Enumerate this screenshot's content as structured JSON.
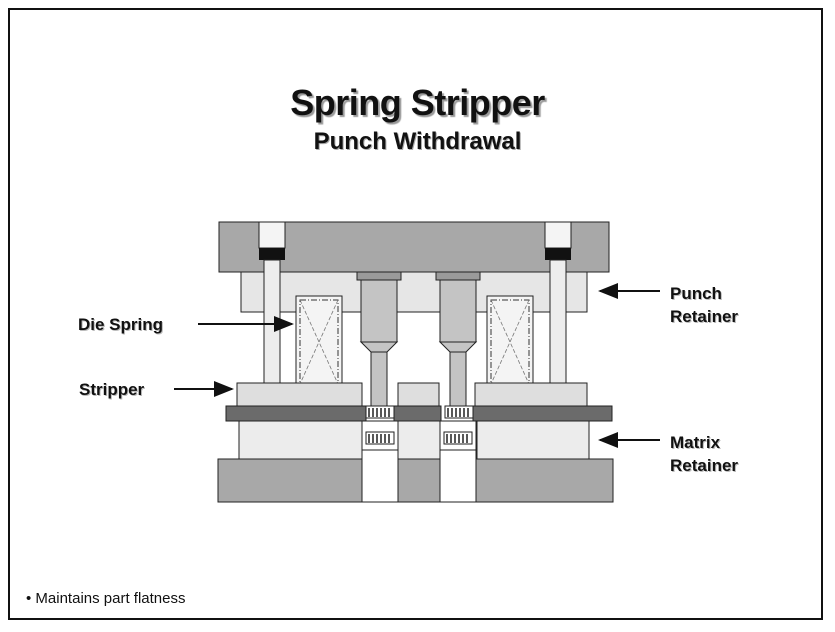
{
  "title": "Spring Stripper",
  "subtitle": "Punch Withdrawal",
  "labels": {
    "die_spring": "Die Spring",
    "stripper": "Stripper",
    "punch_retainer_line1": "Punch",
    "punch_retainer_line2": "Retainer",
    "matrix_retainer_line1": "Matrix",
    "matrix_retainer_line2": "Retainer"
  },
  "footnote": "• Maintains part flatness",
  "colors": {
    "plate_dark": "#a8a8a8",
    "plate_light": "#e2e2e2",
    "strip": "#6b6b6b",
    "outline": "#222222",
    "punch": "#c4c4c4"
  }
}
